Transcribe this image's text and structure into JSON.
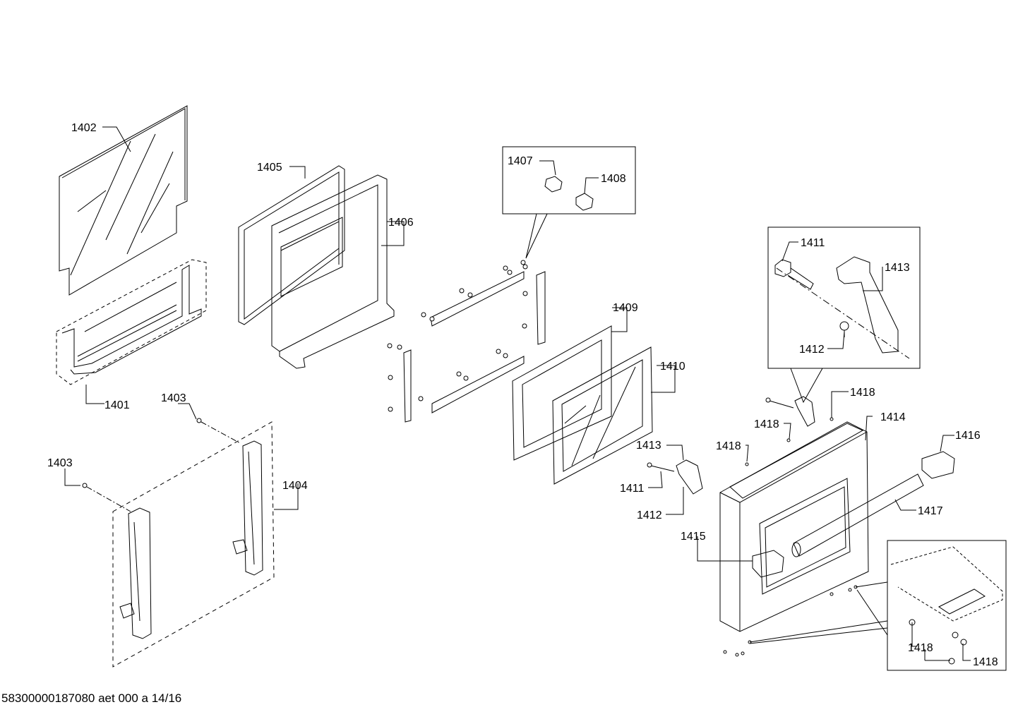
{
  "labels": {
    "p1401": "1401",
    "p1402": "1402",
    "p1403a": "1403",
    "p1403b": "1403",
    "p1404": "1404",
    "p1405": "1405",
    "p1406": "1406",
    "p1407": "1407",
    "p1408": "1408",
    "p1409": "1409",
    "p1410": "1410",
    "p1411a": "1411",
    "p1411b": "1411",
    "p1412a": "1412",
    "p1412b": "1412",
    "p1413a": "1413",
    "p1413b": "1413",
    "p1414": "1414",
    "p1415": "1415",
    "p1416": "1416",
    "p1417": "1417",
    "p1418a": "1418",
    "p1418b": "1418",
    "p1418c": "1418",
    "p1418d": "1418",
    "p1418e": "1418"
  },
  "footer": "58300000187080 aet 000 a 14/16"
}
